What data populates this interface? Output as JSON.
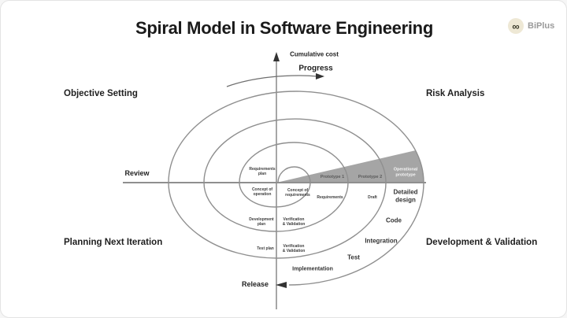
{
  "header": {
    "title": "Spiral Model in Software Engineering",
    "brand": "BiPlus",
    "logo_icon": "infinity-glasses"
  },
  "quadrants": {
    "top_left": "Objective Setting",
    "top_right": "Risk Analysis",
    "bottom_left": "Planning Next Iteration",
    "bottom_right": "Development & Validation"
  },
  "flow": {
    "cumulative_cost": "Cumulative cost",
    "progress": "Progress",
    "review": "Review",
    "release": "Release"
  },
  "sector": {
    "prototype_1": "Prototype 1",
    "prototype_2": "Prototype 2",
    "operational_prototype": [
      "Operational",
      "prototype"
    ]
  },
  "rings": {
    "requirements_plan": [
      "Requirements",
      "plan"
    ],
    "concept_of_operation": [
      "Concept of",
      "operation"
    ],
    "concept_of_requirements": [
      "Concept of",
      "requirements"
    ],
    "requirements": "Requirements",
    "draft": "Draft",
    "detailed_design": [
      "Detailed",
      "design"
    ],
    "code": "Code",
    "integration": "Integration",
    "test": "Test",
    "implementation": "Implementation",
    "development_plan": [
      "Development",
      "plan"
    ],
    "verification_validation_upper": [
      "Verification",
      "& Validation"
    ],
    "test_plan": "Test plan",
    "verification_validation_lower": [
      "Verification",
      "& Validation"
    ]
  },
  "colors": {
    "sector_fill": "#a5a5a5",
    "line_gray": "#8f8f8f",
    "arrow_dark": "#333333",
    "sector_text_light": "#f5f5f5",
    "sector_text_dark": "#5a5a5a"
  }
}
